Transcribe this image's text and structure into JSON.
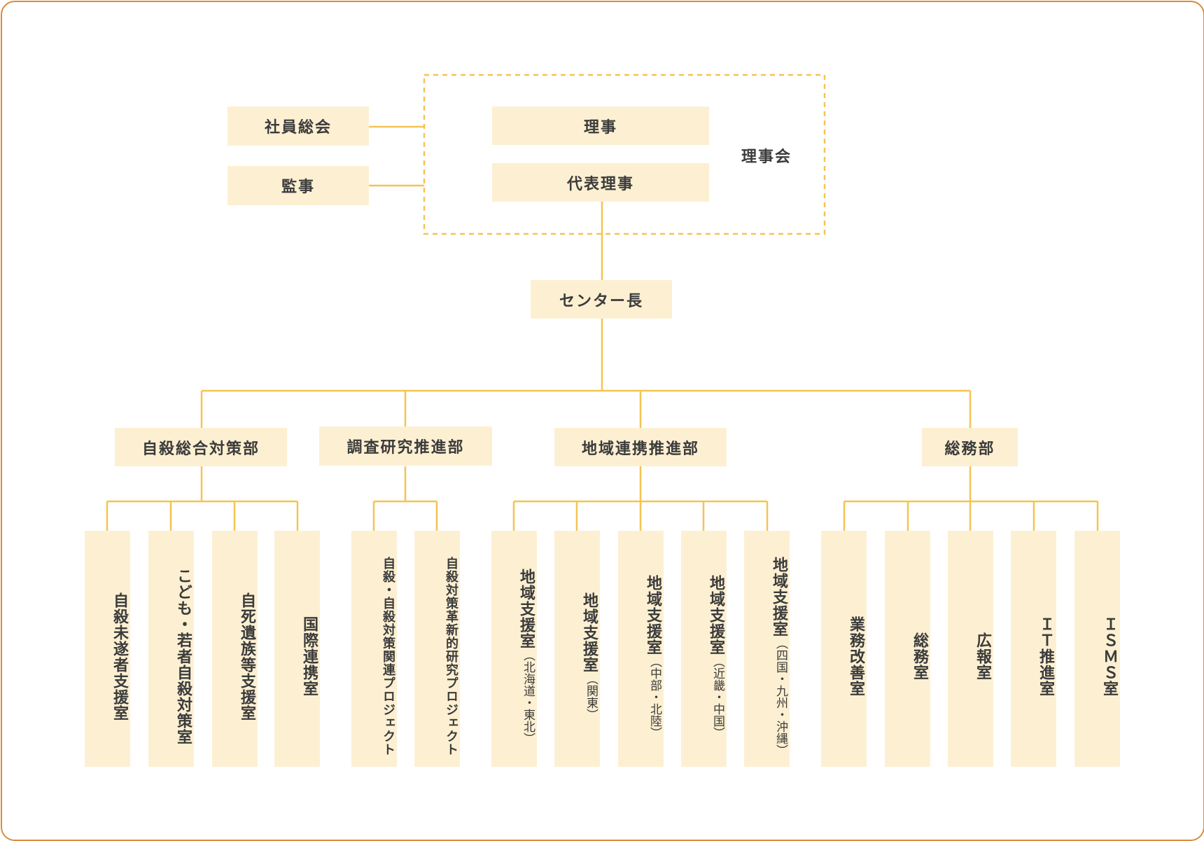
{
  "board": {
    "label": "理事会",
    "director": "理事",
    "representative": "代表理事"
  },
  "general_meeting": "社員総会",
  "auditor": "監事",
  "center_head": "センター長",
  "departments": [
    {
      "name": "自殺総合対策部",
      "offices": [
        {
          "main": "自殺未遂者支援室",
          "sub": ""
        },
        {
          "main": "こども・若者自殺対策室",
          "sub": ""
        },
        {
          "main": "自死遺族等支援室",
          "sub": ""
        },
        {
          "main": "国際連携室",
          "sub": ""
        }
      ]
    },
    {
      "name": "調査研究推進部",
      "offices": [
        {
          "main": "自殺・自殺対策関連プロジェクト",
          "sub": ""
        },
        {
          "main": "自殺対策革新的研究プロジェクト",
          "sub": ""
        }
      ]
    },
    {
      "name": "地域連携推進部",
      "offices": [
        {
          "main": "地域支援室",
          "sub": "（北海道・東北）"
        },
        {
          "main": "地域支援室",
          "sub": "（関東）"
        },
        {
          "main": "地域支援室",
          "sub": "（中部・北陸）"
        },
        {
          "main": "地域支援室",
          "sub": "（近畿・中国）"
        },
        {
          "main": "地域支援室",
          "sub": "（四国・九州・沖縄）"
        }
      ]
    },
    {
      "name": "総務部",
      "offices": [
        {
          "main": "業務改善室",
          "sub": ""
        },
        {
          "main": "総務室",
          "sub": ""
        },
        {
          "main": "広報室",
          "sub": ""
        },
        {
          "main": "ＩＴ推進室",
          "sub": ""
        },
        {
          "main": "ＩＳＭＳ室",
          "sub": ""
        }
      ]
    }
  ],
  "colors": {
    "box_fill": "#fdf0d2",
    "line": "#f5c451",
    "frame": "#d98c3a",
    "text": "#3b3b3b"
  }
}
